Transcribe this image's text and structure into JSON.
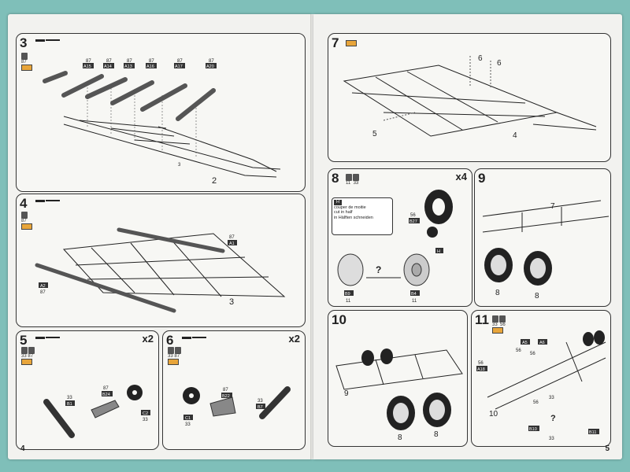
{
  "left_page": {
    "number": "4",
    "steps": [
      {
        "id": "3",
        "paints": [
          "87"
        ],
        "parts": [
          "A15",
          "A14",
          "A13",
          "A16",
          "A17",
          "A20"
        ],
        "callout_numbers": [
          "87",
          "87",
          "87",
          "87",
          "87",
          "87"
        ],
        "chassis_label": "2",
        "small_label": "3"
      },
      {
        "id": "4",
        "paints": [
          "87"
        ],
        "parts": [
          "A1",
          "A2"
        ],
        "callout_numbers": [
          "87",
          "87"
        ],
        "chassis_label": "3"
      },
      {
        "id": "5",
        "multiplier": "x2",
        "paints": [
          "33",
          "87"
        ],
        "parts": [
          "B1",
          "B24",
          "C2"
        ],
        "callout_numbers": [
          "33",
          "87",
          "33"
        ]
      },
      {
        "id": "6",
        "multiplier": "x2",
        "paints": [
          "33",
          "87"
        ],
        "parts": [
          "C1",
          "B22",
          "B7"
        ],
        "callout_numbers": [
          "33",
          "87",
          "33"
        ]
      }
    ]
  },
  "right_page": {
    "number": "5",
    "steps": [
      {
        "id": "7",
        "labels": [
          "5",
          "6",
          "6",
          "4"
        ]
      },
      {
        "id": "8",
        "multiplier": "x4",
        "paints": [
          "11",
          "33"
        ],
        "callout": {
          "part": "H",
          "text_fr": "couper de moitie",
          "text_en": "cut in half",
          "text_de": "in Hälften schneiden"
        },
        "parts": [
          "B27",
          "H",
          "B9",
          "B4"
        ],
        "callout_numbers": [
          "56",
          "11",
          "11"
        ],
        "question": "?"
      },
      {
        "id": "9",
        "labels": [
          "7",
          "8",
          "8"
        ]
      },
      {
        "id": "10",
        "labels": [
          "9",
          "8",
          "8"
        ]
      },
      {
        "id": "11",
        "paints": [
          "33",
          "56"
        ],
        "parts": [
          "A5",
          "A6",
          "A18",
          "B10",
          "B11"
        ],
        "callout_numbers": [
          "56",
          "56",
          "56",
          "33",
          "56",
          "33"
        ],
        "labels": [
          "10"
        ],
        "question": "?"
      }
    ]
  },
  "colors": {
    "background": "#7fbfb9",
    "page": "#f2f2ef",
    "accent": "#e8a53a",
    "ink": "#222222"
  }
}
